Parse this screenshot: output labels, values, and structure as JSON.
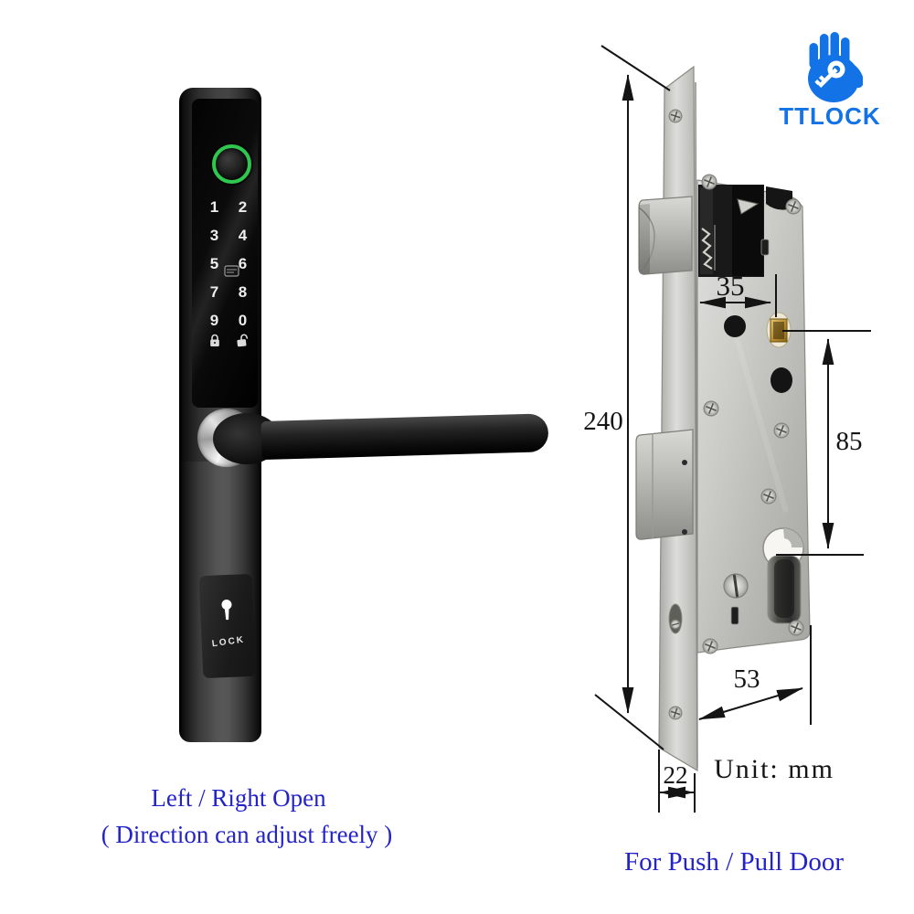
{
  "page": {
    "background": "#ffffff"
  },
  "logo": {
    "brand": "TTLOCK",
    "color": "#1373e6",
    "icon": "hand-with-key-icon"
  },
  "smart_lock": {
    "keys": [
      "1",
      "2",
      "3",
      "4",
      "5",
      "6",
      "7",
      "8",
      "9",
      "0"
    ],
    "keyhole_label": "LOCK",
    "fingerprint_ring_color": "#2fc84e",
    "icons": [
      "fingerprint-sensor",
      "card-reader-icon",
      "locked-padlock-icon",
      "unlocked-padlock-icon",
      "keyhole-icon"
    ]
  },
  "diagram": {
    "unit_label": "Unit: mm",
    "dims": {
      "height": "240",
      "backset": "35",
      "spindle_to_cylinder": "85",
      "body_depth": "53",
      "faceplate_width": "22"
    },
    "backset_color": "#e01b15",
    "line_color": "#141414"
  },
  "captions": {
    "color": "#2323c8",
    "left_line1": "Left / Right Open",
    "left_line2": "( Direction can adjust freely )",
    "right_line": "For Push / Pull Door"
  }
}
